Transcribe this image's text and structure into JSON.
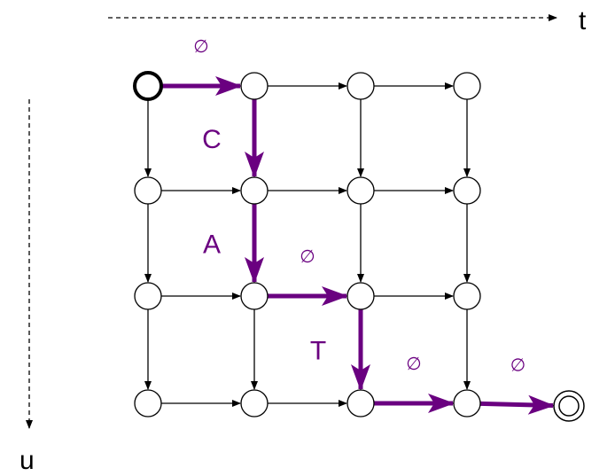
{
  "colors": {
    "background": "#ffffff",
    "node_stroke": "#000000",
    "edge": "#000000",
    "path": "#6a0080"
  },
  "axes": {
    "t_label": "t",
    "u_label": "u"
  },
  "grid": {
    "rows": 4,
    "cols": 4,
    "start_node": [
      0,
      0
    ],
    "end_node": "terminal"
  },
  "path_edges": [
    {
      "from": [
        0,
        0
      ],
      "to": [
        0,
        1
      ],
      "label": "∅"
    },
    {
      "from": [
        0,
        1
      ],
      "to": [
        1,
        1
      ],
      "label": "C"
    },
    {
      "from": [
        1,
        1
      ],
      "to": [
        2,
        1
      ],
      "label": "A"
    },
    {
      "from": [
        2,
        1
      ],
      "to": [
        2,
        2
      ],
      "label": "∅"
    },
    {
      "from": [
        2,
        2
      ],
      "to": [
        3,
        2
      ],
      "label": "T"
    },
    {
      "from": [
        3,
        2
      ],
      "to": [
        3,
        3
      ],
      "label": "∅"
    },
    {
      "from": [
        3,
        3
      ],
      "to": "terminal",
      "label": "∅"
    }
  ]
}
